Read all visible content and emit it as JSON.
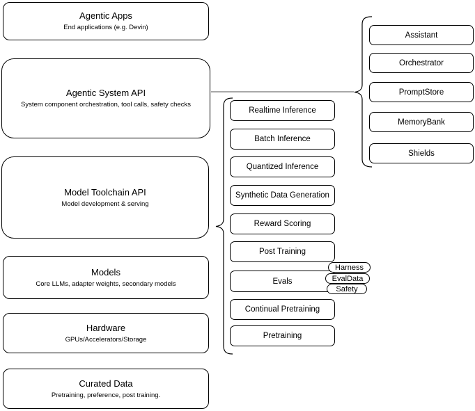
{
  "colors": {
    "background": "#ffffff",
    "box_fill": "#ffffff",
    "box_stroke": "#000000",
    "text": "#000000",
    "connector": "#757575"
  },
  "stack": [
    {
      "title": "Agentic Apps",
      "subtitle": "End applications (e.g. Devin)"
    },
    {
      "title": "Agentic System API",
      "subtitle": "System component orchestration, tool calls, safety checks"
    },
    {
      "title": "Model Toolchain API",
      "subtitle": "Model development & serving"
    },
    {
      "title": "Models",
      "subtitle": "Core LLMs, adapter weights, secondary models"
    },
    {
      "title": "Hardware",
      "subtitle": "GPUs/Accelerators/Storage"
    },
    {
      "title": "Curated Data",
      "subtitle": "Pretraining, preference, post training."
    }
  ],
  "toolchain": {
    "items": [
      "Realtime Inference",
      "Batch Inference",
      "Quantized Inference",
      "Synthetic Data Generation",
      "Reward Scoring",
      "Post Training",
      "Evals",
      "Continual Pretraining",
      "Pretraining"
    ]
  },
  "evals_tags": {
    "items": [
      "Harness",
      "EvalData",
      "Safety"
    ]
  },
  "system_components": {
    "items": [
      "Assistant",
      "Orchestrator",
      "PromptStore",
      "MemoryBank",
      "Shields"
    ]
  }
}
